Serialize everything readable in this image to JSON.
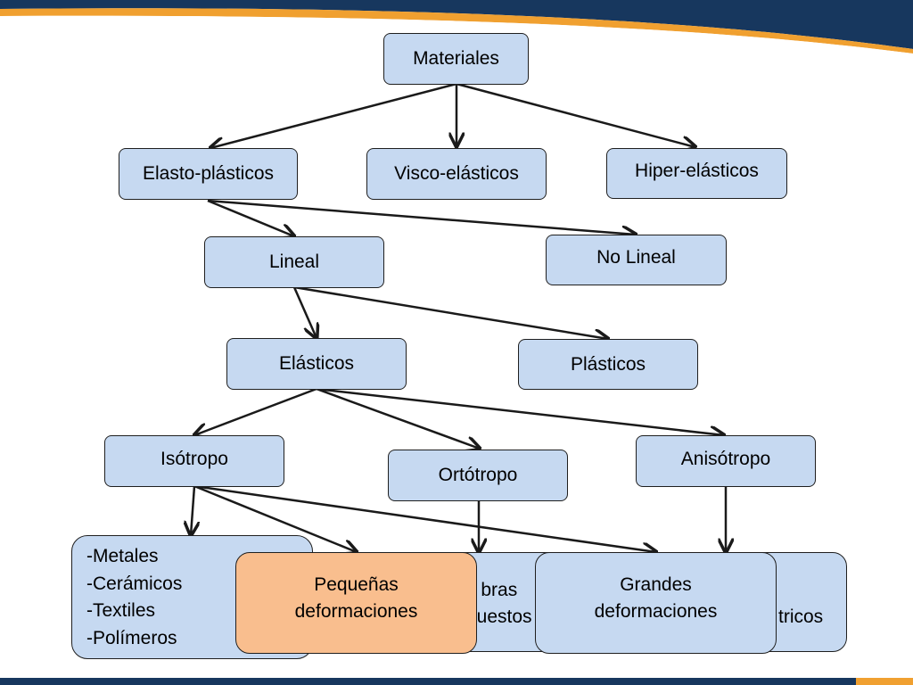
{
  "colors": {
    "box_fill": "#c6d9f1",
    "highlight_fill": "#f9be8e",
    "border": "#1f1f1f",
    "header_navy": "#17375e",
    "header_orange": "#f0a030"
  },
  "nodes": {
    "materiales": "Materiales",
    "elasto": "Elasto-plásticos",
    "visco": "Visco-elásticos",
    "hiper": "Hiper-elásticos",
    "lineal": "Lineal",
    "nolineal": "No Lineal",
    "elasticos": "Elásticos",
    "plasticos": "Plásticos",
    "isotropo": "Isótropo",
    "ortotropo": "Ortótropo",
    "anisotropo": "Anisótropo"
  },
  "material_list": [
    "-Metales",
    "-Cerámicos",
    "-Textiles",
    "-Polímeros"
  ],
  "partial_fibras": [
    "bras",
    "puestos"
  ],
  "partial_tricos": "tricos",
  "pequenas": {
    "line1": "Pequeñas",
    "line2": "deformaciones"
  },
  "grandes": {
    "line1": "Grandes",
    "line2": "deformaciones"
  }
}
